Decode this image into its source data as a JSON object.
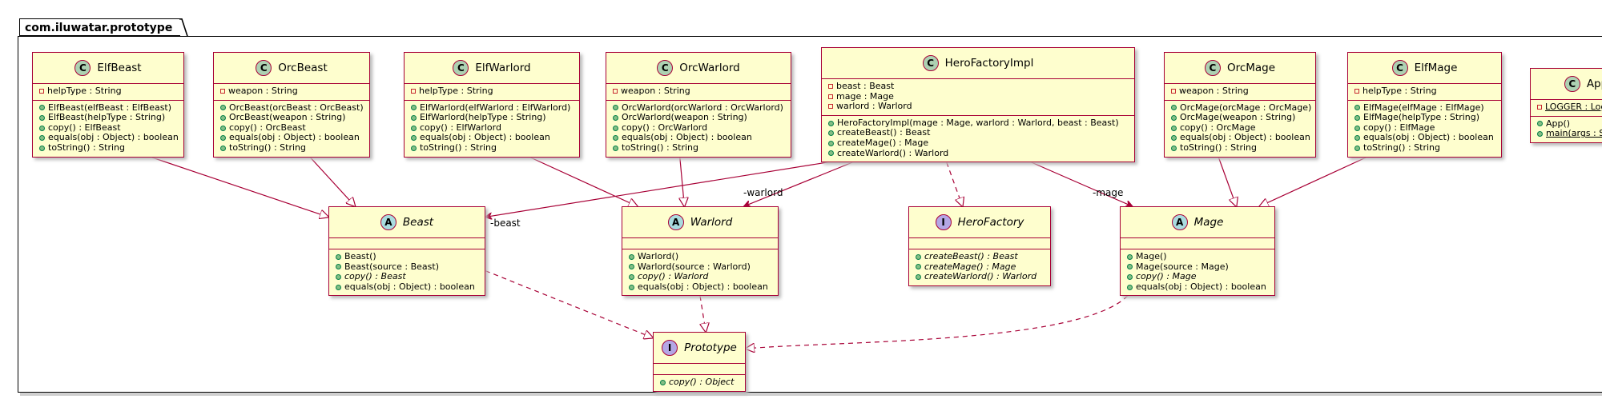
{
  "package": {
    "name": "com.iluwatar.prototype"
  },
  "classes": {
    "elfbeast": {
      "kind": "C",
      "name": "ElfBeast",
      "fields": [
        {
          "vis": "private",
          "text": "helpType : String"
        }
      ],
      "methods": [
        {
          "vis": "public",
          "text": "ElfBeast(elfBeast : ElfBeast)"
        },
        {
          "vis": "public",
          "text": "ElfBeast(helpType : String)"
        },
        {
          "vis": "public",
          "text": "copy() : ElfBeast"
        },
        {
          "vis": "public",
          "text": "equals(obj : Object) : boolean"
        },
        {
          "vis": "public",
          "text": "toString() : String"
        }
      ]
    },
    "orcbeast": {
      "kind": "C",
      "name": "OrcBeast",
      "fields": [
        {
          "vis": "private",
          "text": "weapon : String"
        }
      ],
      "methods": [
        {
          "vis": "public",
          "text": "OrcBeast(orcBeast : OrcBeast)"
        },
        {
          "vis": "public",
          "text": "OrcBeast(weapon : String)"
        },
        {
          "vis": "public",
          "text": "copy() : OrcBeast"
        },
        {
          "vis": "public",
          "text": "equals(obj : Object) : boolean"
        },
        {
          "vis": "public",
          "text": "toString() : String"
        }
      ]
    },
    "elfwarlord": {
      "kind": "C",
      "name": "ElfWarlord",
      "fields": [
        {
          "vis": "private",
          "text": "helpType : String"
        }
      ],
      "methods": [
        {
          "vis": "public",
          "text": "ElfWarlord(elfWarlord : ElfWarlord)"
        },
        {
          "vis": "public",
          "text": "ElfWarlord(helpType : String)"
        },
        {
          "vis": "public",
          "text": "copy() : ElfWarlord"
        },
        {
          "vis": "public",
          "text": "equals(obj : Object) : boolean"
        },
        {
          "vis": "public",
          "text": "toString() : String"
        }
      ]
    },
    "orcwarlord": {
      "kind": "C",
      "name": "OrcWarlord",
      "fields": [
        {
          "vis": "private",
          "text": "weapon : String"
        }
      ],
      "methods": [
        {
          "vis": "public",
          "text": "OrcWarlord(orcWarlord : OrcWarlord)"
        },
        {
          "vis": "public",
          "text": "OrcWarlord(weapon : String)"
        },
        {
          "vis": "public",
          "text": "copy() : OrcWarlord"
        },
        {
          "vis": "public",
          "text": "equals(obj : Object) : boolean"
        },
        {
          "vis": "public",
          "text": "toString() : String"
        }
      ]
    },
    "herofactoryimpl": {
      "kind": "C",
      "name": "HeroFactoryImpl",
      "fields": [
        {
          "vis": "private",
          "text": "beast : Beast"
        },
        {
          "vis": "private",
          "text": "mage : Mage"
        },
        {
          "vis": "private",
          "text": "warlord : Warlord"
        }
      ],
      "methods": [
        {
          "vis": "public",
          "text": "HeroFactoryImpl(mage : Mage, warlord : Warlord, beast : Beast)"
        },
        {
          "vis": "public",
          "text": "createBeast() : Beast"
        },
        {
          "vis": "public",
          "text": "createMage() : Mage"
        },
        {
          "vis": "public",
          "text": "createWarlord() : Warlord"
        }
      ]
    },
    "orcmage": {
      "kind": "C",
      "name": "OrcMage",
      "fields": [
        {
          "vis": "private",
          "text": "weapon : String"
        }
      ],
      "methods": [
        {
          "vis": "public",
          "text": "OrcMage(orcMage : OrcMage)"
        },
        {
          "vis": "public",
          "text": "OrcMage(weapon : String)"
        },
        {
          "vis": "public",
          "text": "copy() : OrcMage"
        },
        {
          "vis": "public",
          "text": "equals(obj : Object) : boolean"
        },
        {
          "vis": "public",
          "text": "toString() : String"
        }
      ]
    },
    "elfmage": {
      "kind": "C",
      "name": "ElfMage",
      "fields": [
        {
          "vis": "private",
          "text": "helpType : String"
        }
      ],
      "methods": [
        {
          "vis": "public",
          "text": "ElfMage(elfMage : ElfMage)"
        },
        {
          "vis": "public",
          "text": "ElfMage(helpType : String)"
        },
        {
          "vis": "public",
          "text": "copy() : ElfMage"
        },
        {
          "vis": "public",
          "text": "equals(obj : Object) : boolean"
        },
        {
          "vis": "public",
          "text": "toString() : String"
        }
      ]
    },
    "app": {
      "kind": "C",
      "name": "App",
      "fields": [
        {
          "vis": "private",
          "text": "LOGGER : Logger",
          "underline": true
        }
      ],
      "methods": [
        {
          "vis": "public",
          "text": "App()"
        },
        {
          "vis": "public",
          "text": "main(args : String[])",
          "underline": true
        }
      ]
    },
    "beast": {
      "kind": "A",
      "name": "Beast",
      "italic": true,
      "fields": [],
      "methods": [
        {
          "vis": "public",
          "text": "Beast()"
        },
        {
          "vis": "public",
          "text": "Beast(source : Beast)"
        },
        {
          "vis": "public",
          "text": "copy() : Beast",
          "italic": true
        },
        {
          "vis": "public",
          "text": "equals(obj : Object) : boolean"
        }
      ]
    },
    "warlord": {
      "kind": "A",
      "name": "Warlord",
      "italic": true,
      "fields": [],
      "methods": [
        {
          "vis": "public",
          "text": "Warlord()"
        },
        {
          "vis": "public",
          "text": "Warlord(source : Warlord)"
        },
        {
          "vis": "public",
          "text": "copy() : Warlord",
          "italic": true
        },
        {
          "vis": "public",
          "text": "equals(obj : Object) : boolean"
        }
      ]
    },
    "herofactory": {
      "kind": "I",
      "name": "HeroFactory",
      "italic": true,
      "fields": [],
      "methods": [
        {
          "vis": "public",
          "text": "createBeast() : Beast",
          "italic": true
        },
        {
          "vis": "public",
          "text": "createMage() : Mage",
          "italic": true
        },
        {
          "vis": "public",
          "text": "createWarlord() : Warlord",
          "italic": true
        }
      ]
    },
    "mage": {
      "kind": "A",
      "name": "Mage",
      "italic": true,
      "fields": [],
      "methods": [
        {
          "vis": "public",
          "text": "Mage()"
        },
        {
          "vis": "public",
          "text": "Mage(source : Mage)"
        },
        {
          "vis": "public",
          "text": "copy() : Mage",
          "italic": true
        },
        {
          "vis": "public",
          "text": "equals(obj : Object) : boolean"
        }
      ]
    },
    "prototype": {
      "kind": "I",
      "name": "Prototype",
      "italic": true,
      "fields": [],
      "methods": [
        {
          "vis": "public",
          "text": "copy() : Object",
          "italic": true
        }
      ]
    }
  },
  "roles": {
    "beast": "-beast",
    "warlord": "-warlord",
    "mage": "-mage"
  },
  "colors": {
    "class_fill": "#fefece",
    "class_border": "#a80036",
    "edge": "#a80036",
    "class_badge": "#add1b2",
    "abstract_badge": "#a9dcdf",
    "interface_badge": "#b4a7e5",
    "private_marker": "#c82930",
    "public_marker": "#84be84"
  }
}
